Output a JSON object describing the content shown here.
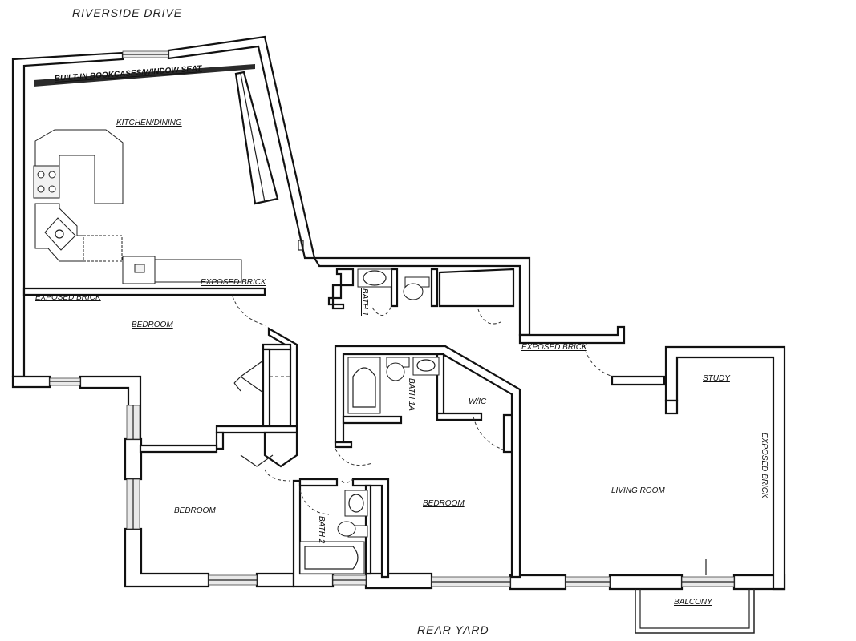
{
  "streets": {
    "top": "RIVERSIDE DRIVE",
    "bottom": "REAR YARD"
  },
  "labels": {
    "bookcases": "BUILT-IN BOOKCASES/WINDOW SEAT",
    "kitchen_dining": "KITCHEN/DINING",
    "exposed_brick_kitchen": "EXPOSED BRICK",
    "exposed_brick_bedroom": "EXPOSED BRICK",
    "bedroom_top": "BEDROOM",
    "bath_1": "BATH 1",
    "exposed_brick_hall": "EXPOSED BRICK",
    "study": "STUDY",
    "bath_1a": "BATH 1A",
    "wic": "W/IC",
    "bedroom_left": "BEDROOM",
    "bedroom_center": "BEDROOM",
    "bath_2": "BATH 2",
    "living_room": "LIVING ROOM",
    "exposed_brick_living": "EXPOSED BRICK",
    "balcony": "BALCONY"
  }
}
